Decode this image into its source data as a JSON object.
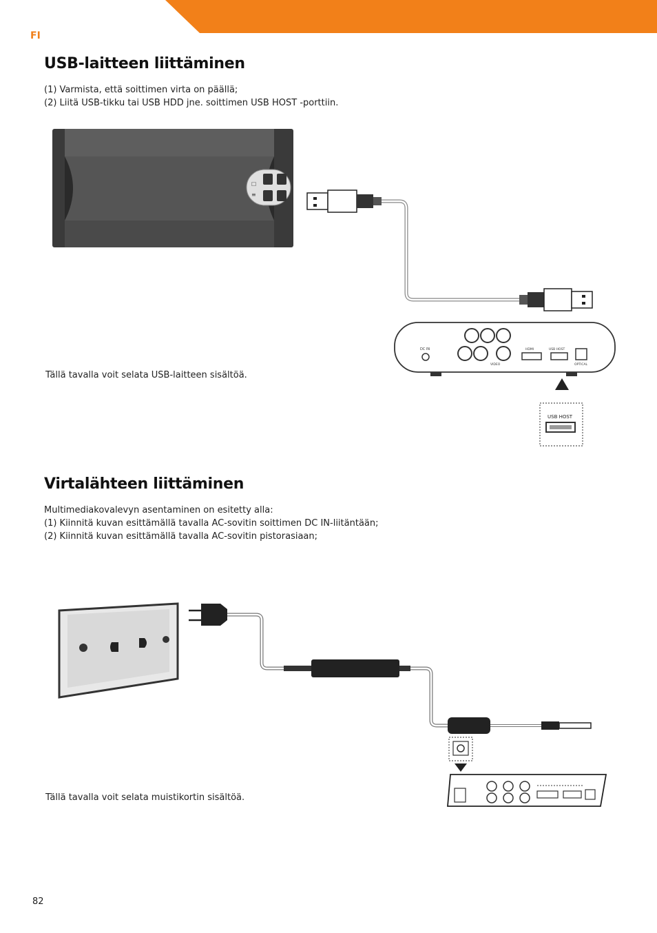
{
  "header": {
    "lang_code": "FI",
    "accent_color": "#f07f1a"
  },
  "section_usb": {
    "title": "USB-laitteen liittäminen",
    "steps": [
      "(1) Varmista, että soittimen virta on päällä;",
      "(2) Liitä USB-tikku tai USB HDD jne. soittimen USB HOST -porttiin."
    ],
    "caption": "Tällä tavalla voit selata USB-laitteen sisältöä.",
    "device_labels": {
      "usb_host": "USB HOST",
      "hdmi": "HDMI",
      "optical": "OPTICAL",
      "dc_in": "DC IN",
      "video": "VIDEO",
      "callout": "USB HOST"
    }
  },
  "section_power": {
    "title": "Virtalähteen liittäminen",
    "intro": "Multimediakovalevyn asentaminen on esitetty alla:",
    "steps": [
      "(1) Kiinnitä kuvan esittämällä tavalla AC-sovitin soittimen DC IN-liitäntään;",
      "(2) Kiinnitä kuvan esittämällä tavalla AC-sovitin pistorasiaan;"
    ],
    "caption": "Tällä tavalla voit selata muistikortin sisältöä."
  },
  "footer": {
    "page_number": "82"
  }
}
